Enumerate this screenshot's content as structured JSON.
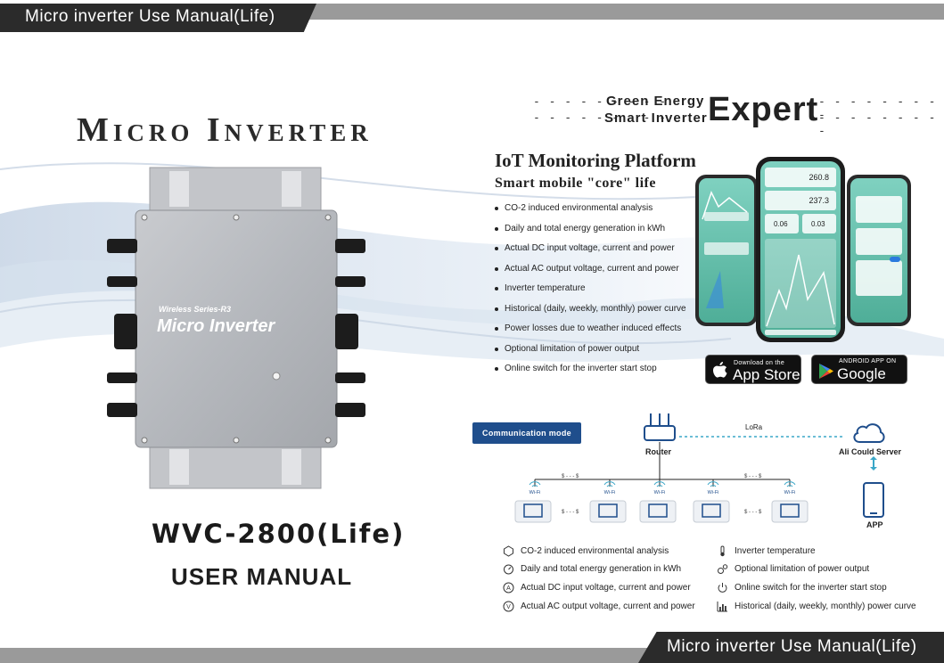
{
  "header": {
    "title": "Micro inverter Use Manual(Life)"
  },
  "footer": {
    "title": "Micro inverter Use Manual(Life)"
  },
  "left": {
    "title": "Micro Inverter",
    "device_series": "Wireless Series-R3",
    "device_name": "Micro Inverter",
    "model": "WVC-2800(Life)",
    "manual": "USER MANUAL"
  },
  "tagline": {
    "green": "Green Energy",
    "smart": "Smart Inverter",
    "expert": "Expert",
    "dots": "- - - - - - - - -"
  },
  "iot": {
    "title": "IoT Monitoring Platform",
    "subtitle": "Smart mobile \"core\" life",
    "features": [
      "CO-2 induced environmental analysis",
      "Daily and total energy generation in kWh",
      "Actual DC input voltage, current and power",
      "Actual AC output voltage, current and power",
      "Inverter temperature",
      "Historical (daily, weekly, monthly) power curve",
      "Power losses due to weather induced effects",
      "Optional limitation of power output",
      "Online switch for the inverter start stop"
    ]
  },
  "phone_screens": {
    "value_1": "260.8",
    "value_2": "237.3",
    "value_3": "0.06",
    "value_4": "0.03"
  },
  "stores": {
    "apple_small": "Download on the",
    "apple_big": "App Store",
    "google_small": "ANDROID APP ON",
    "google_big": "Google Play"
  },
  "communication": {
    "badge": "Communication mode",
    "router": "Router",
    "lora": "LoRa",
    "server": "Ali Could Server",
    "app": "APP",
    "wifi": "Wi-Fi"
  },
  "legend": {
    "left": [
      {
        "icon": "co2-icon",
        "text": "CO-2 induced environmental analysis"
      },
      {
        "icon": "gauge-icon",
        "text": "Daily and total energy generation in kWh"
      },
      {
        "icon": "amp-icon",
        "text": "Actual DC input voltage, current and power"
      },
      {
        "icon": "volt-icon",
        "text": "Actual AC output voltage, current and power"
      }
    ],
    "right": [
      {
        "icon": "thermometer-icon",
        "text": "Inverter temperature"
      },
      {
        "icon": "limit-icon",
        "text": "Optional limitation of power output"
      },
      {
        "icon": "power-icon",
        "text": "Online switch for the inverter start stop"
      },
      {
        "icon": "chart-icon",
        "text": "Historical (daily, weekly, monthly) power curve"
      }
    ]
  },
  "colors": {
    "dark_bar": "#2b2b2b",
    "grey_bar": "#9a9a9a",
    "badge": "#1f4e8c",
    "app_teal": "#5fbfa9",
    "lora_line": "#3aa7c8"
  }
}
